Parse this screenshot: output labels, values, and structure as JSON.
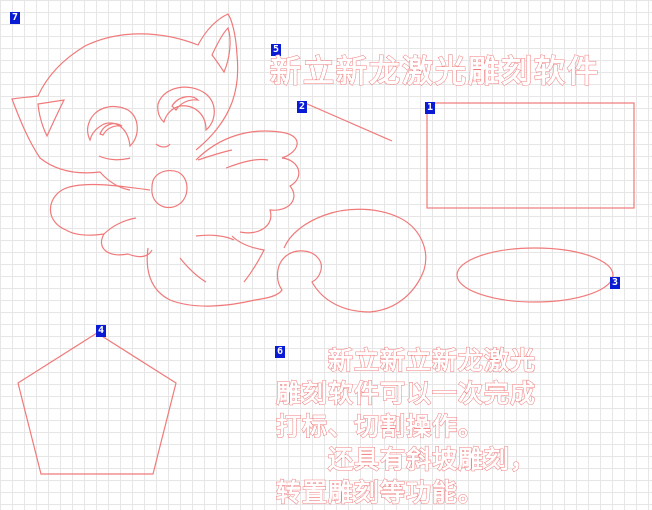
{
  "canvas": {
    "grid": true,
    "outline_color": "#f07a7a",
    "badge_color": "#0a1bd6"
  },
  "objects": [
    {
      "id": "1",
      "type": "rectangle"
    },
    {
      "id": "2",
      "type": "line"
    },
    {
      "id": "3",
      "type": "ellipse"
    },
    {
      "id": "4",
      "type": "pentagon"
    },
    {
      "id": "5",
      "type": "text",
      "text": "新立新龙激光雕刻软件"
    },
    {
      "id": "6",
      "type": "paragraph",
      "lines": [
        "　　新立新立新龙激光",
        "雕刻软件可以一次完成",
        "打标、切割操作。",
        "　　还具有斜坡雕刻，",
        "转置雕刻等功能。"
      ]
    },
    {
      "id": "7",
      "type": "cat-drawing"
    }
  ]
}
